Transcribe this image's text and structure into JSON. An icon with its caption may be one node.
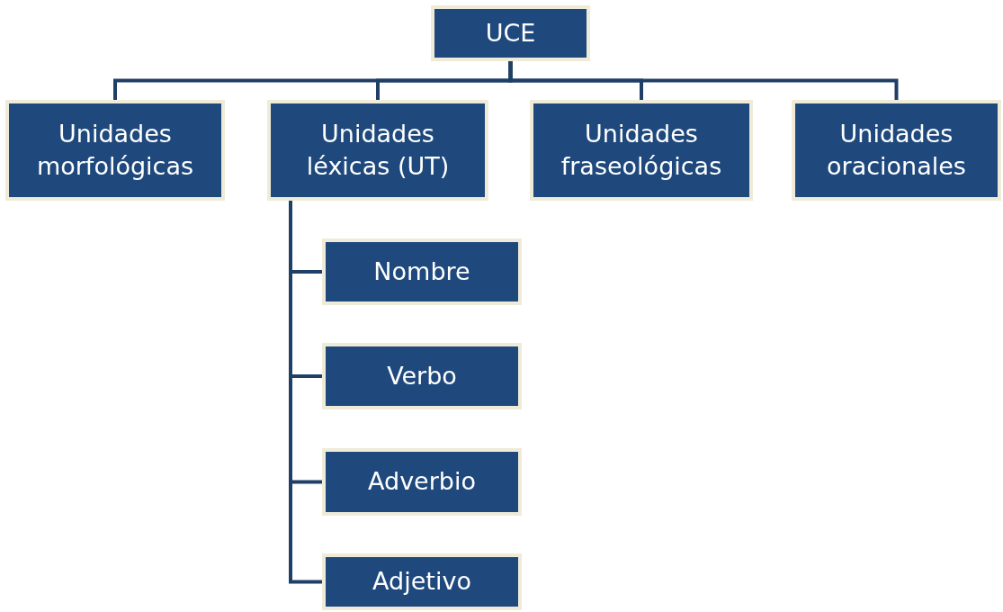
{
  "diagram": {
    "nodes": [
      {
        "text": [
          "UCE"
        ]
      },
      {
        "text": [
          "Unidades morfológicas"
        ]
      },
      {
        "text": [
          "Unidades léxicas (UT)"
        ]
      },
      {
        "text": [
          "Unidades fraseológicas"
        ]
      },
      {
        "text": [
          "Unidades oracionales"
        ]
      },
      {
        "text": [
          "Nombre"
        ]
      },
      {
        "text": [
          "Verbo"
        ]
      },
      {
        "text": [
          "Adverbio"
        ]
      },
      {
        "text": [
          "Adjetivo"
        ]
      }
    ],
    "edges": [
      {
        "from": 0,
        "to": 1,
        "arrow": "none"
      },
      {
        "from": 0,
        "to": 2,
        "arrow": "none"
      },
      {
        "from": 0,
        "to": 3,
        "arrow": "none"
      },
      {
        "from": 0,
        "to": 4,
        "arrow": "none"
      },
      {
        "from": 2,
        "to": 5,
        "arrow": "none"
      },
      {
        "from": 2,
        "to": 6,
        "arrow": "none"
      },
      {
        "from": 2,
        "to": 7,
        "arrow": "none"
      },
      {
        "from": 2,
        "to": 8,
        "arrow": "none"
      }
    ]
  }
}
